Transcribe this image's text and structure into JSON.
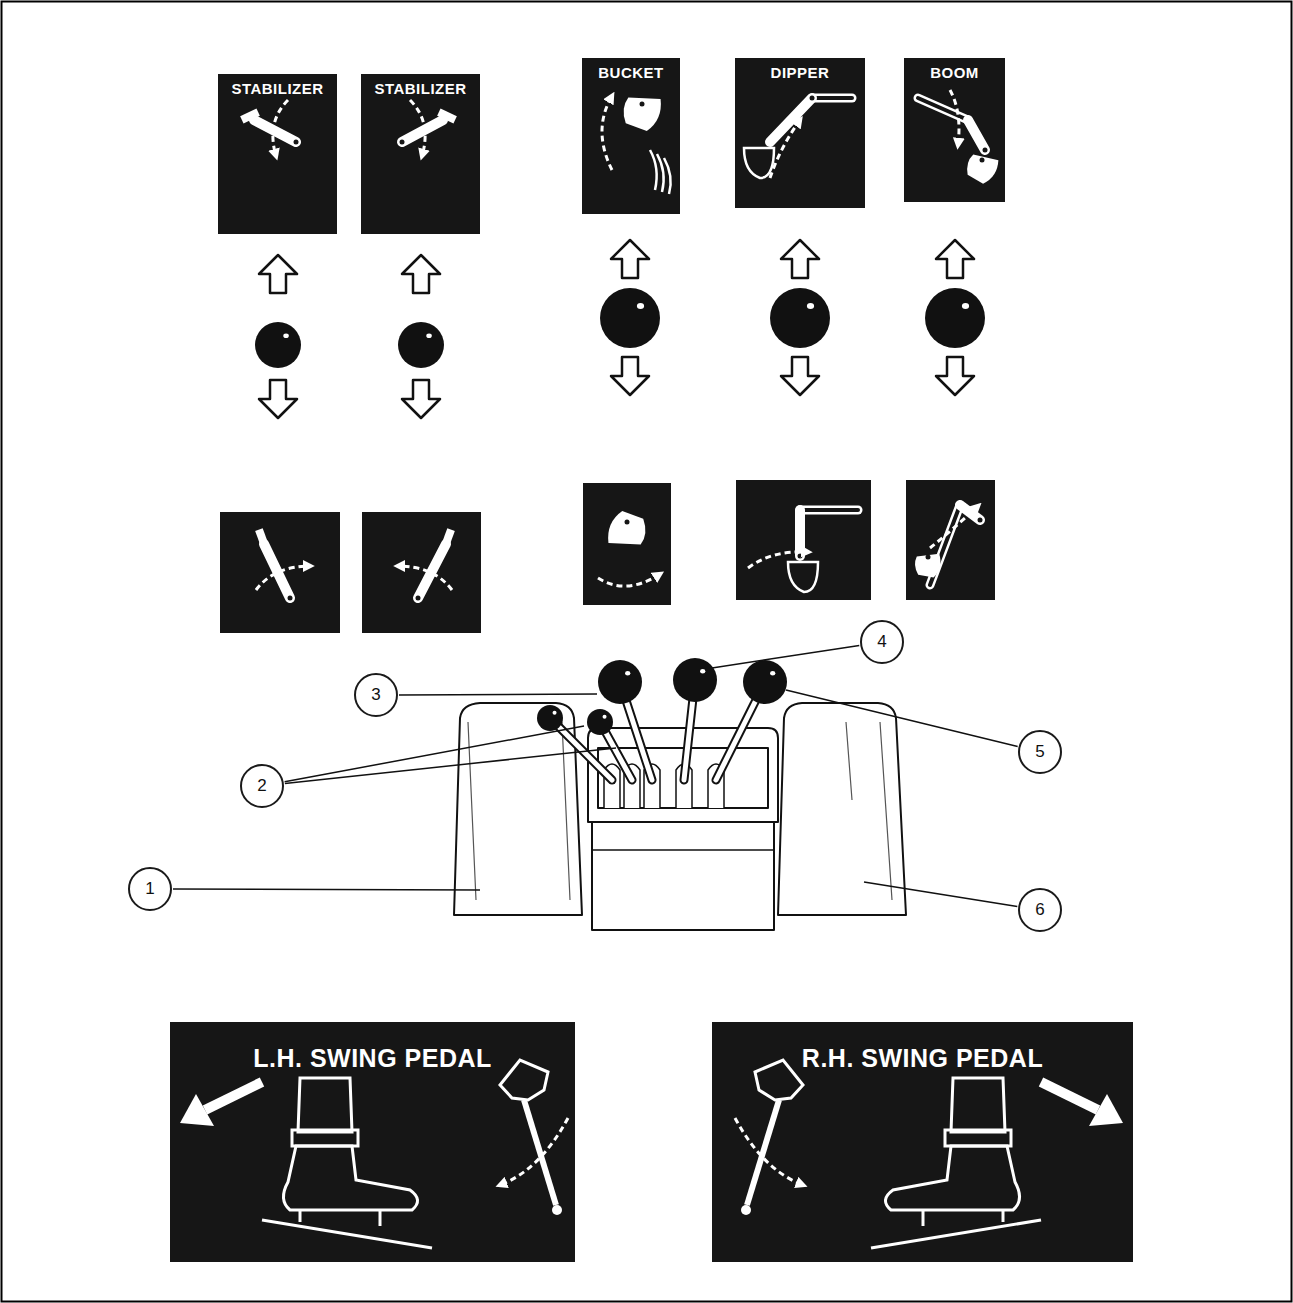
{
  "diagram": {
    "nodes": [
      {
        "text": [
          "STABILIZER"
        ]
      },
      {
        "text": [
          "STABILIZER"
        ]
      },
      {
        "text": [
          "BUCKET"
        ]
      },
      {
        "text": [
          "DIPPER"
        ]
      },
      {
        "text": [
          "BOOM"
        ]
      },
      {
        "text": [
          "4"
        ]
      },
      {
        "text": [
          "3"
        ]
      },
      {
        "text": [
          "5"
        ]
      },
      {
        "text": [
          "2"
        ]
      },
      {
        "text": [
          "1"
        ]
      },
      {
        "text": [
          "6"
        ]
      },
      {
        "text": [
          "L.H. SWING PEDAL"
        ]
      },
      {
        "text": [
          "R.H. SWING PEDAL"
        ]
      }
    ]
  }
}
